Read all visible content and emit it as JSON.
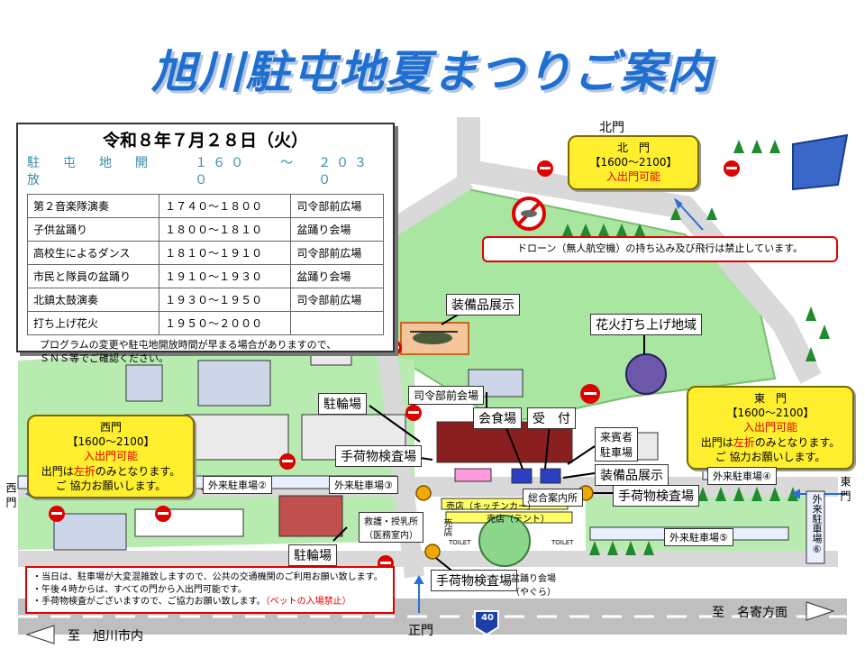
{
  "title": "旭川駐屯地夏まつりご案内",
  "schedule": {
    "date": "令和８年７月２８日（火）",
    "open_parts": [
      "駐　屯　地　開　放",
      "１６００",
      "～",
      "２０３０"
    ],
    "rows": [
      {
        "event": "第２音楽隊演奏",
        "time": "１７４０～１８００",
        "place": "司令部前広場"
      },
      {
        "event": "子供盆踊り",
        "time": "１８００～１８１０",
        "place": "盆踊り会場"
      },
      {
        "event": "高校生によるダンス",
        "time": "１８１０～１９１０",
        "place": "司令部前広場"
      },
      {
        "event": "市民と隊員の盆踊り",
        "time": "１９１０～１９３０",
        "place": "盆踊り会場"
      },
      {
        "event": "北鎮太鼓演奏",
        "time": "１９３０～１９５０",
        "place": "司令部前広場"
      },
      {
        "event": "打ち上げ花火",
        "time": "１９５０～２０００",
        "place": ""
      }
    ],
    "note": [
      "プログラムの変更や駐屯地開放時間が早まる場合がありますので、",
      "ＳＮＳ等でご確認ください。"
    ]
  },
  "north_gate": {
    "title": "北　門",
    "hours": "【1600～2100】",
    "access": "入出門可能"
  },
  "west_gate": {
    "title": "西門",
    "hours": "【1600～2100】",
    "access": "入出門可能",
    "line1_pre": "出門は",
    "line1_red": "左折",
    "line1_post": "のみとなります。",
    "line2": "ご 協力お願いします。"
  },
  "east_gate": {
    "title": "東　門",
    "hours": "【1600～2100】",
    "access": "入出門可能",
    "line1_pre": "出門は",
    "line1_red": "左折",
    "line1_post": "のみとなります。",
    "line2": "ご 協力お願いします。"
  },
  "drone_note": "ドローン（無人航空機）の持ち込み及び飛行は禁止しています。",
  "labels": {
    "north_gate_name": "北門",
    "west_gate_name": "西\n門",
    "east_gate_name": "東\n門",
    "main_gate": "正門",
    "equipment_display_1": "装備品展示",
    "equipment_display_2": "装備品展示",
    "fireworks": "花火打ち上げ地域",
    "hq_plaza": "司令部前会場",
    "bicycle_parking_1": "駐輪場",
    "bicycle_parking_2": "駐輪場",
    "luggage_check_1": "手荷物検査場",
    "luggage_check_2": "手荷物検査場",
    "luggage_check_3": "手荷物検査場",
    "dining_venue": "会食場",
    "reception": "受　付",
    "guest_parking": "来賓者\n駐車場",
    "info_desk": "総合案内所",
    "shop_kitchen_car": "売店（キッチンカー）",
    "shop_tent": "売店（テント）",
    "shop_vertical": "売店",
    "bon_venue": "盆踊り会場\n（やぐら）",
    "first_aid": "救護・授乳所\n（医務室内）",
    "visitor_parking_2": "外来駐車場②",
    "visitor_parking_3": "外来駐車場③",
    "visitor_parking_4": "外来駐車場④",
    "visitor_parking_5": "外来駐車場⑤",
    "visitor_parking_6": "外来駐車場⑥",
    "route_40": "40",
    "to_city": "至　旭川市内",
    "to_nayoro": "至　名寄方面",
    "toilet": "TOILET"
  },
  "notice": {
    "items": [
      "・当日は、駐車場が大変混雑致しますので、公共の交通機関のご利用お願い致します。",
      "・午後４時からは、すべての門から入出門可能です。",
      "・手荷物検査がございますので、ご協力お願い致します。"
    ],
    "pet_note": "（ペットの入場禁止）"
  },
  "colors": {
    "title": "#1e6fd0",
    "grass": "#a9e6a1",
    "road": "#d9d9d9",
    "gate_box": "#ffef2e",
    "red": "#e00000",
    "water": "#9fd4f0"
  }
}
